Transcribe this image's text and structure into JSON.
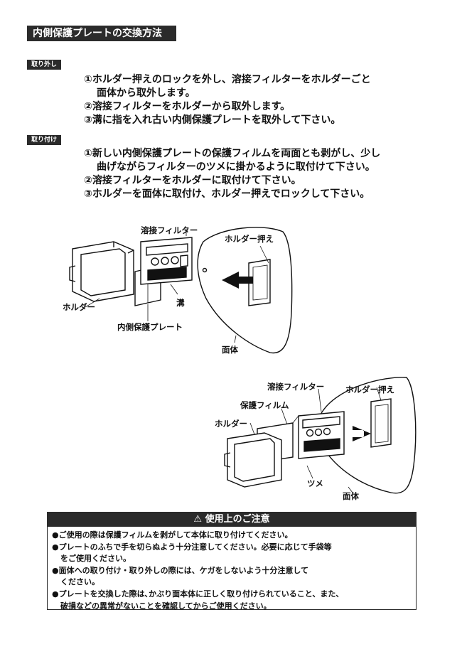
{
  "title": "内側保護プレートの交換方法",
  "removal": {
    "tag": "取り外し",
    "steps": [
      "①ホルダー押えのロックを外し、溶接フィルターをホルダーごと",
      "面体から取外します。",
      "②溶接フィルターをホルダーから取外します。",
      "③溝に指を入れ古い内側保護プレートを取外して下さい。"
    ]
  },
  "install": {
    "tag": "取り付け",
    "steps": [
      "①新しい内側保護プレートの保護フィルムを両面とも剥がし、少し",
      "曲げながらフィルターのツメに掛かるように取付けて下さい。",
      "②溶接フィルターをホルダーに取付けて下さい。",
      "③ホルダーを面体に取付け、ホルダー押えでロックして下さい。"
    ]
  },
  "figure1": {
    "filter": "溶接フィルター",
    "holder_clamp": "ホルダー押え",
    "holder": "ホルダー",
    "groove": "溝",
    "inner_plate": "内側保護プレート",
    "mask": "面体"
  },
  "figure2": {
    "filter": "溶接フィルター",
    "holder_clamp": "ホルダー押え",
    "film": "保護フィルム",
    "holder": "ホルダー",
    "tab": "ツメ",
    "mask": "面体"
  },
  "caution": {
    "heading": "使用上のご注意",
    "lines": [
      "●ご使用の際は保護フィルムを剥がして本体に取り付けてください。",
      "●プレートのふちで手を切らぬよう十分注意してください。必要に応じて手袋等",
      "をご使用ください。",
      "●面体への取り付け・取り外しの際には、ケガをしないよう十分注意して",
      "ください。",
      "●プレートを交換した際は､かぶり面本体に正しく取り付けられていること、また、",
      "破損などの異常がないことを確認してからご使用ください。"
    ]
  }
}
